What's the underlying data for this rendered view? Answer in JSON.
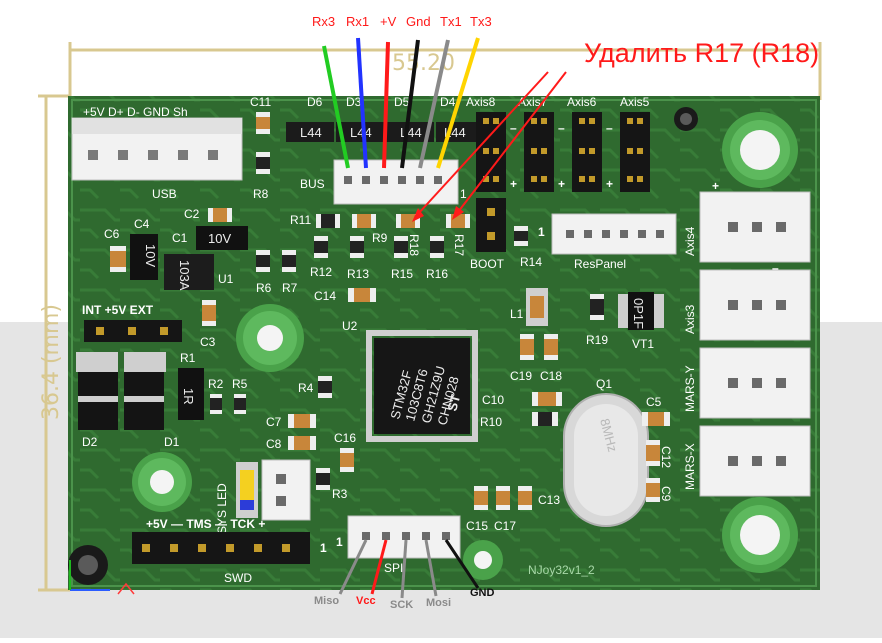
{
  "annotation": {
    "note": "Удалить R17 (R18)",
    "note_color": "#ff1a1a"
  },
  "dimensions": {
    "width_label": "55.20",
    "height_label": "36.4 (mm)",
    "dim_color": "#d8c890"
  },
  "board": {
    "name": "NJoy32v1_2",
    "pcb_color": "#2f6a2f",
    "silk_color": "#ffffff"
  },
  "connectors": {
    "usb": {
      "pins": "+5V D+ D- GND Sh",
      "label": "USB"
    },
    "bus": {
      "label": "BUS",
      "pin1": "1"
    },
    "respanel": {
      "label": "ResPanel",
      "pin1": "1"
    },
    "swd": {
      "pins": "+5V — TMS — TCK +",
      "label": "SWD",
      "pin1": "1"
    },
    "spi": {
      "label": "SPI",
      "pin1": "1"
    },
    "axes_top": [
      "Axis8",
      "Axis7",
      "Axis6",
      "Axis5"
    ],
    "axes_right": [
      "Axis4",
      "Axis3",
      "MARS-Y",
      "MARS-X"
    ],
    "jumper": {
      "label": "INT +5V EXT"
    },
    "sys_led": "SYS LED",
    "boot": "BOOT"
  },
  "bus_wires": [
    {
      "label": "Rx3",
      "color": "#22cc22"
    },
    {
      "label": "Rx1",
      "color": "#2233ff"
    },
    {
      "label": "+V",
      "color": "#ff1a1a"
    },
    {
      "label": "Gnd",
      "color": "#111111"
    },
    {
      "label": "Tx1",
      "color": "#8a8a8a"
    },
    {
      "label": "Tx3",
      "color": "#ffd400"
    }
  ],
  "spi_wires": [
    {
      "label": "Miso",
      "color": "#8a8a8a"
    },
    {
      "label": "Vcc",
      "color": "#ff1a1a"
    },
    {
      "label": "SCK",
      "color": "#8a8a8a"
    },
    {
      "label": "Mosi",
      "color": "#8a8a8a"
    },
    {
      "label": "GND",
      "color": "#111111"
    }
  ],
  "mcu": {
    "lines": [
      "STM32F",
      "103C8T6",
      "GH21Z9U",
      "CHN028"
    ],
    "logo": "ST"
  },
  "crystal": {
    "text": "8MHz",
    "label": "Q1"
  },
  "parts": {
    "c11": "C11",
    "r8": "R8",
    "d6": "D6",
    "d3": "D3",
    "d5": "D5",
    "d4": "D4",
    "c6": "C6",
    "c4": "C4",
    "c2": "C2",
    "c1": "C1",
    "u1": "U1",
    "c3": "C3",
    "r11": "R11",
    "r9": "R9",
    "r18": "R18",
    "r17": "R17",
    "r12": "R12",
    "r13": "R13",
    "r15": "R15",
    "r16": "R16",
    "r6": "R6",
    "r7": "R7",
    "c14": "C14",
    "r14": "R14",
    "u2": "U2",
    "l1": "L1",
    "r19": "R19",
    "vt1": "VT1",
    "r1": "R1",
    "r2": "R2",
    "r5": "R5",
    "r4": "R4",
    "d2": "D2",
    "d1": "D1",
    "c7": "C7",
    "c8": "C8",
    "c16": "C16",
    "r3": "R3",
    "c19": "C19",
    "c18": "C18",
    "c10": "C10",
    "r10": "R10",
    "c5": "C5",
    "c12": "C12",
    "c9": "C9",
    "c13": "C13",
    "c15": "C15",
    "c17": "C17"
  },
  "component_marks": {
    "c1_val": "10V",
    "c6_val": "10V",
    "u1_mark": "103A",
    "d_mark": "L44",
    "r1_mark": "1R",
    "vt1_mark": "0P1F"
  },
  "axis_signs": {
    "plus": "+",
    "minus": "–"
  }
}
